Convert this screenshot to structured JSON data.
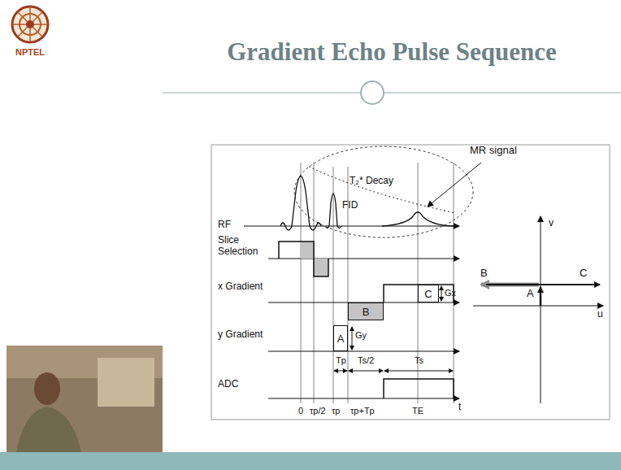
{
  "diagram": {
    "title": "Gradient Echo Pulse Sequence",
    "nodes": [
      {
        "text": [
          "A"
        ]
      },
      {
        "text": [
          "B"
        ]
      },
      {
        "text": [
          "C"
        ]
      }
    ],
    "labels": [
      "NPTEL",
      "MR signal",
      "T₂* Decay",
      "FID",
      "RF",
      "Slice Selection",
      "x Gradient",
      "y Gradient",
      "ADC",
      "Gx",
      "Gy",
      "Tp",
      "Ts/2",
      "Ts",
      "0",
      "τp/2",
      "τp",
      "τp+Tp",
      "TE",
      "t",
      "v",
      "B",
      "C",
      "A",
      "u"
    ]
  }
}
